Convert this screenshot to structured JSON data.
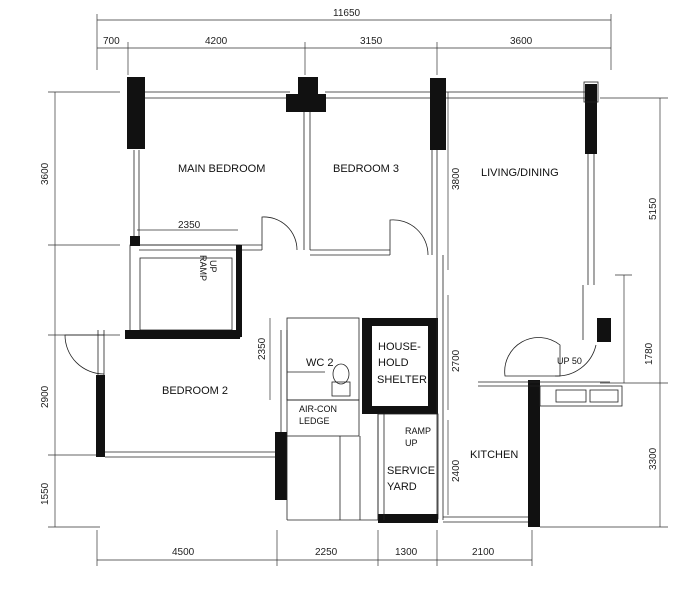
{
  "dimensions": {
    "top_total": "11650",
    "top_segments": [
      "700",
      "4200",
      "3150",
      "3600"
    ],
    "bottom_segments": [
      "4500",
      "2250",
      "1300",
      "2100"
    ],
    "left": [
      "3600",
      "2900",
      "1550"
    ],
    "right_outer": [
      "5150",
      "3300"
    ],
    "right_inner": "1780",
    "bedroom2_width": "2350",
    "wc_height": "2350",
    "living_height": "3800",
    "corridor_height": "2700",
    "yard_height": "2400"
  },
  "rooms": {
    "main_bedroom": "MAIN BEDROOM",
    "bedroom3": "BEDROOM 3",
    "living_dining": "LIVING/DINING",
    "bedroom2": "BEDROOM 2",
    "wc2_line1": "WC 2",
    "shelter_line1": "HOUSE-",
    "shelter_line2": "HOLD",
    "shelter_line3": "SHELTER",
    "aircon_line1": "AIR-CON",
    "aircon_line2": "LEDGE",
    "kitchen": "KITCHEN",
    "service_line1": "SERVICE",
    "service_line2": "YARD"
  },
  "annotations": {
    "ramp_up": "RAMP",
    "up": "UP",
    "up50": "UP 50"
  }
}
